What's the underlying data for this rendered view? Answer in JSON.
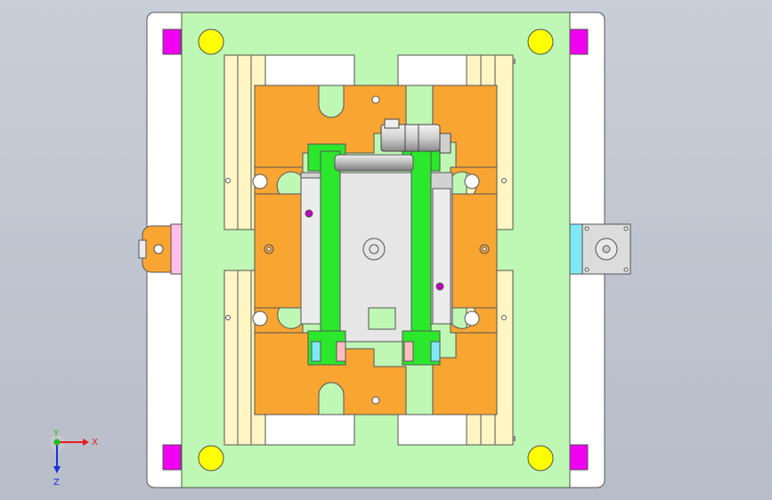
{
  "viewport": {
    "kind": "cad-3d-view",
    "background": "#c3c8d2"
  },
  "colors": {
    "base_plate": "#ffffff",
    "green_frame": "#bff7b4",
    "rail": "#fff6c4",
    "orange_block": "#f9a532",
    "green_arm": "#2ce82c",
    "center_plate": "#e6e6e6",
    "magenta_pad": "#f000f0",
    "yellow_disc": "#ffff00",
    "cyan_part": "#7fe8f4",
    "motor": "#dcdcdc"
  },
  "icons": {
    "axis_triad": "axis-triad-icon",
    "mounting_hole": "mounting-hole-icon",
    "motor": "motor-icon"
  },
  "triad": {
    "x_label": "X",
    "y_label": "Y",
    "z_label": "Z",
    "x_color": "#e81c1c",
    "y_color": "#1fbf1f",
    "z_color": "#1c2ed8"
  }
}
